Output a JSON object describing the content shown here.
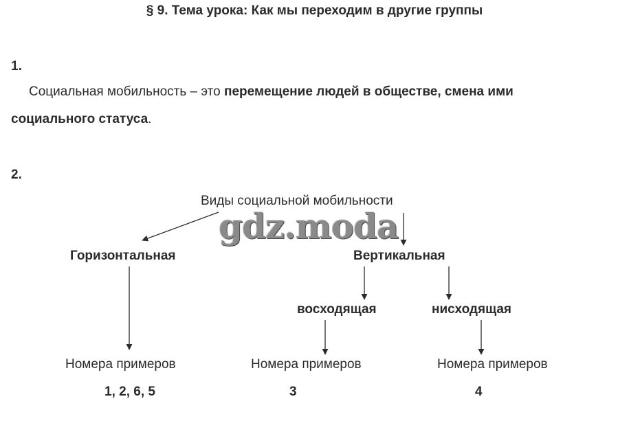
{
  "title": "§ 9. Тема урока: Как мы переходим в другие группы",
  "task1": {
    "number": "1.",
    "text_intro": "Социальная мобильность – это ",
    "text_bold_1": "перемещение людей в обществе, смена ими",
    "text_bold_2": "социального статуса",
    "text_end": "."
  },
  "task2": {
    "number": "2.",
    "root": "Виды социальной мобильности",
    "horizontal": "Горизонтальная",
    "vertical": "Вертикальная",
    "ascending": "восходящая",
    "descending": "нисходящая",
    "examples_label": "Номера примеров",
    "examples_horizontal": "1, 2, 6, 5",
    "examples_ascending": "3",
    "examples_descending": "4"
  },
  "watermark": "gdz.moda"
}
